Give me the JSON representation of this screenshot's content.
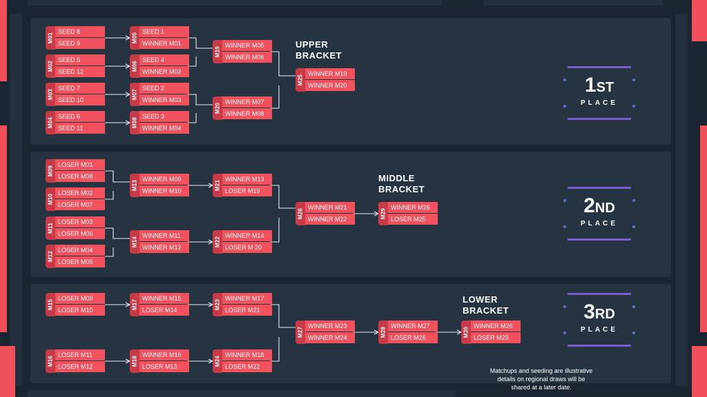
{
  "colors": {
    "accent": "#f0505a",
    "slot": "#f2525d",
    "match_tab": "#c73a47",
    "panel": "#263442",
    "place_line": "#7a5bd1"
  },
  "upper": {
    "label_line1": "UPPER",
    "label_line2": "BRACKET",
    "matches": [
      {
        "id": "M01",
        "a": "SEED 8",
        "b": "SEED 9"
      },
      {
        "id": "M02",
        "a": "SEED 5",
        "b": "SEED 12"
      },
      {
        "id": "M03",
        "a": "SEED 7",
        "b": "SEED 10"
      },
      {
        "id": "M04",
        "a": "SEED 6",
        "b": "SEED 11"
      },
      {
        "id": "M05",
        "a": "SEED 1",
        "b": "WINNER M01"
      },
      {
        "id": "M06",
        "a": "SEED 4",
        "b": "WINNER M02"
      },
      {
        "id": "M07",
        "a": "SEED 2",
        "b": "WINNER M03"
      },
      {
        "id": "M08",
        "a": "SEED 3",
        "b": "WINNER M04"
      },
      {
        "id": "M19",
        "a": "WINNER M05",
        "b": "WINNER M06"
      },
      {
        "id": "M20",
        "a": "WINNER M07",
        "b": "WINNER M08"
      },
      {
        "id": "M25",
        "a": "WINNER M19",
        "b": "WINNER M20"
      }
    ]
  },
  "middle": {
    "label_line1": "MIDDLE",
    "label_line2": "BRACKET",
    "matches": [
      {
        "id": "M09",
        "a": "LOSER M01",
        "b": "LOSER M08"
      },
      {
        "id": "M10",
        "a": "LOSER M02",
        "b": "LOSER M07"
      },
      {
        "id": "M11",
        "a": "LOSER M03",
        "b": "LOSER M06"
      },
      {
        "id": "M12",
        "a": "LOSER M04",
        "b": "LOSER M05"
      },
      {
        "id": "M13",
        "a": "WINNER M09",
        "b": "WINNER M10"
      },
      {
        "id": "M14",
        "a": "WINNER M11",
        "b": "WINNER M12"
      },
      {
        "id": "M21",
        "a": "WINNER M13",
        "b": "LOSER M19"
      },
      {
        "id": "M22",
        "a": "WINNER M14",
        "b": "LOSER M 20"
      },
      {
        "id": "M26",
        "a": "WINNER M21",
        "b": "WINNER M22"
      },
      {
        "id": "M29",
        "a": "WINNER M26",
        "b": "LOSER M25"
      }
    ]
  },
  "lower": {
    "label_line1": "LOWER",
    "label_line2": "BRACKET",
    "matches": [
      {
        "id": "M15",
        "a": "LOSER M09",
        "b": "LOSER M10"
      },
      {
        "id": "M16",
        "a": "LOSER M11",
        "b": "LOSER M12"
      },
      {
        "id": "M17",
        "a": "WINNER M15",
        "b": "LOSER M14"
      },
      {
        "id": "M18",
        "a": "WINNER M16",
        "b": "LOSER M13"
      },
      {
        "id": "M23",
        "a": "WINNER M17",
        "b": "LOSER M21"
      },
      {
        "id": "M24",
        "a": "WINNER M18",
        "b": "LOSER M22"
      },
      {
        "id": "M27",
        "a": "WINNER M23",
        "b": "WINNER M24"
      },
      {
        "id": "M28",
        "a": "WINNER M27",
        "b": "LOSER M26"
      },
      {
        "id": "M30",
        "a": "WINNER M26",
        "b": "LOSER M29"
      }
    ]
  },
  "places": [
    {
      "number": "1",
      "suffix": "ST",
      "word": "PLACE"
    },
    {
      "number": "2",
      "suffix": "ND",
      "word": "PLACE"
    },
    {
      "number": "3",
      "suffix": "RD",
      "word": "PLACE"
    }
  ],
  "footnote": {
    "line1": "Matchups and seeding are illustrative",
    "line2": "details on regional draws will be",
    "line3": "shared at a later date."
  }
}
